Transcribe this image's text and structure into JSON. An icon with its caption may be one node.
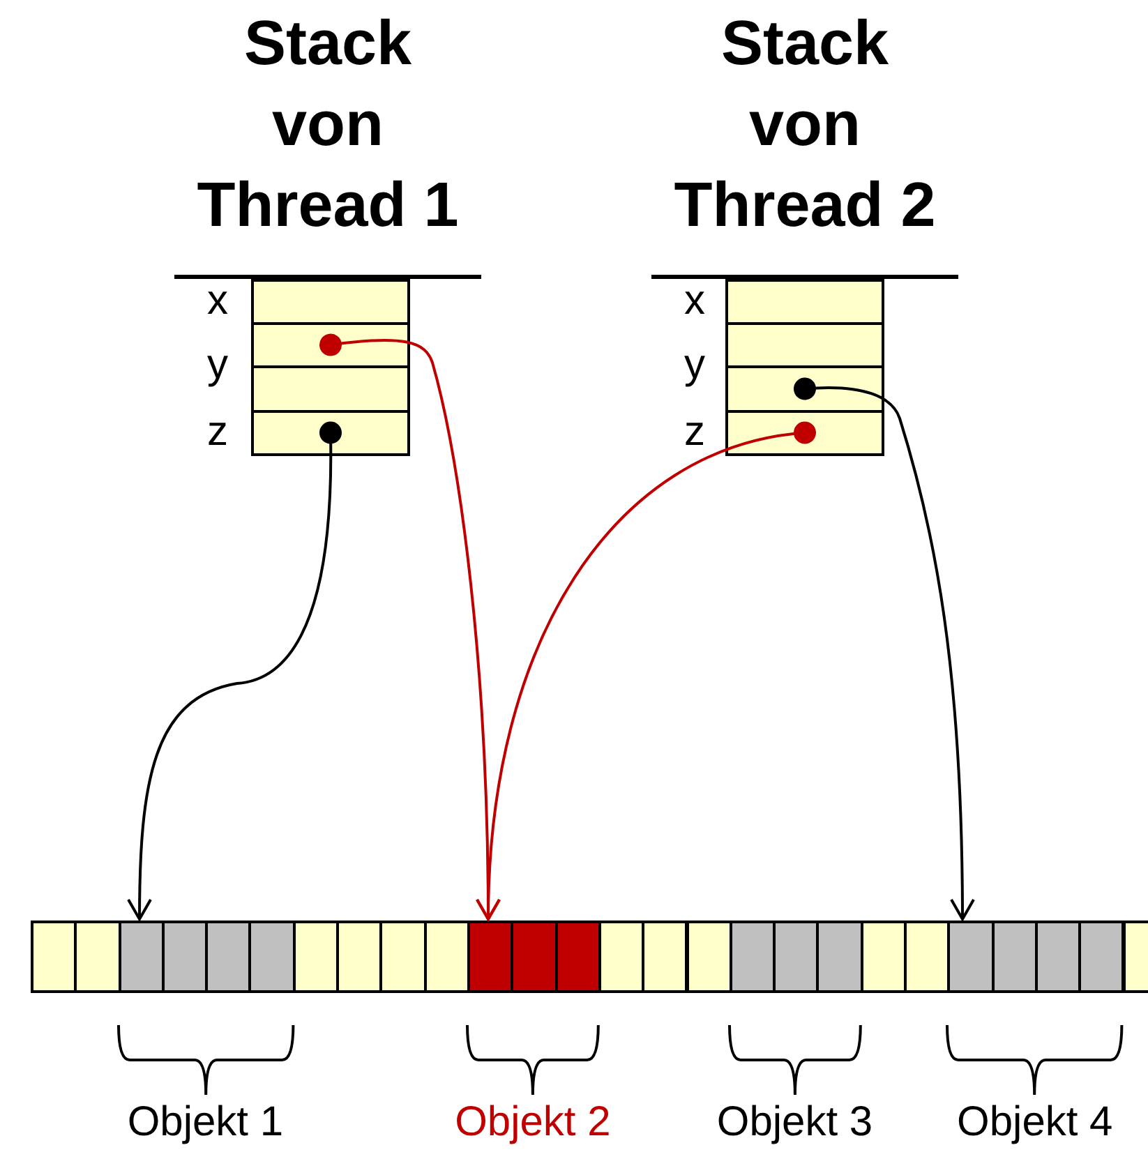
{
  "diagram": {
    "nodes": [
      {
        "text": [
          "Stack von Thread 1"
        ]
      },
      {
        "text": [],
        "shape": "box"
      },
      {
        "text": [],
        "shape": "box"
      },
      {
        "text": [],
        "shape": "box"
      },
      {
        "text": [],
        "shape": "box"
      },
      {
        "text": [
          "Stack von Thread 2"
        ]
      },
      {
        "text": [],
        "shape": "box"
      },
      {
        "text": [],
        "shape": "box"
      },
      {
        "text": [],
        "shape": "box"
      },
      {
        "text": [],
        "shape": "box"
      },
      {
        "text": [],
        "shape": "bar"
      },
      {
        "text": [
          "Objekt 1"
        ]
      },
      {
        "text": [
          "Objekt 2"
        ]
      },
      {
        "text": [
          "Objekt 3"
        ]
      },
      {
        "text": [
          "Objekt 4"
        ]
      }
    ],
    "edges": [
      {
        "from": 2,
        "to": 12,
        "arrow": "to",
        "color": "#c00000"
      },
      {
        "from": 4,
        "to": 11,
        "arrow": "to",
        "color": "#000000"
      },
      {
        "from": 9,
        "to": 12,
        "arrow": "to",
        "color": "#c00000"
      },
      {
        "from": 8,
        "to": 14,
        "arrow": "to",
        "color": "#000000"
      }
    ],
    "labels": [
      "x",
      "y",
      "z",
      "x",
      "y",
      "z"
    ]
  }
}
